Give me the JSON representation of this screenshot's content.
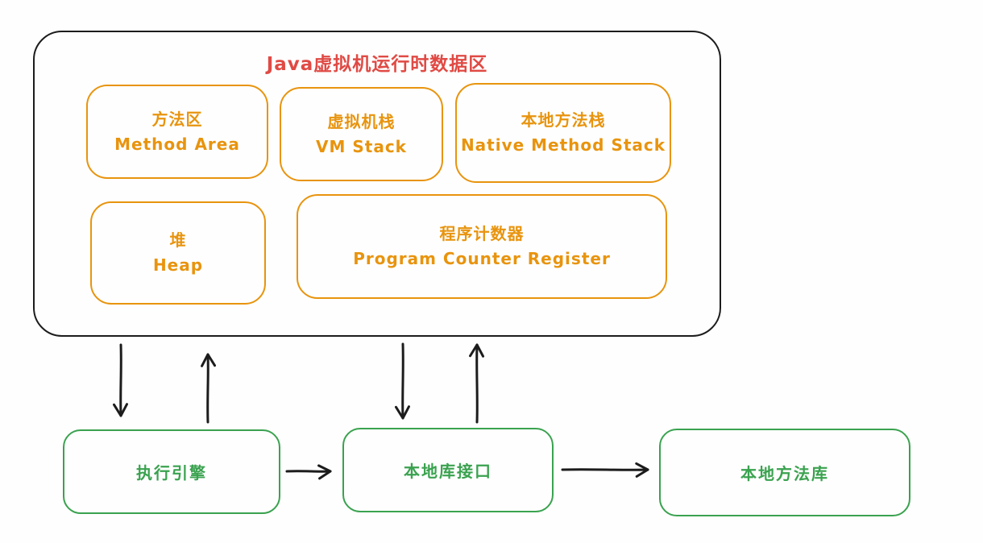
{
  "jvm": {
    "title": "Java虚拟机运行时数据区",
    "areas": [
      {
        "zh": "方法区",
        "en": "Method Area"
      },
      {
        "zh": "虚拟机栈",
        "en": "VM Stack"
      },
      {
        "zh": "本地方法栈",
        "en": "Native Method Stack"
      },
      {
        "zh": "堆",
        "en": "Heap"
      },
      {
        "zh": "程序计数器",
        "en": "Program Counter Register"
      }
    ]
  },
  "engine_row": [
    {
      "label": "执行引擎"
    },
    {
      "label": "本地库接口"
    },
    {
      "label": "本地方法库"
    }
  ],
  "colors": {
    "background": "#fefefe",
    "black": "#1c1c1c",
    "orange": "#e8940e",
    "red": "#e04a44",
    "green": "#3aa24f"
  }
}
